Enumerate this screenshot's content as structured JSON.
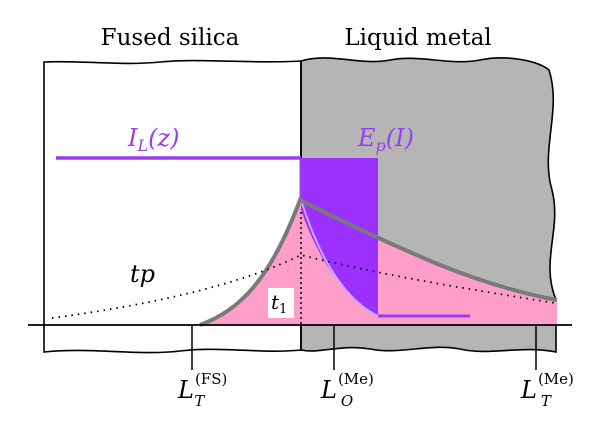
{
  "regions": {
    "left_title": "Fused silica",
    "right_title": "Liquid metal"
  },
  "colors": {
    "liquid_metal_fill": "#b5b5b5",
    "laser_purple": "#9a3cf0",
    "laser_fill": "#9b30ff",
    "heat_pink": "#ff9ec9",
    "temperature_gray": "#7a7a7a",
    "outline": "#000000"
  },
  "labels": {
    "intensity": {
      "main": "I",
      "sub": "L",
      "arg": "(z)"
    },
    "energy": {
      "main": "E",
      "sub": "p",
      "arg": "(I)"
    },
    "tp": "tp",
    "t1": {
      "main": "t",
      "sub": "1"
    }
  },
  "axis_marks": [
    {
      "id": "lt-fs",
      "main": "L",
      "sub": "T",
      "sup": "(FS)"
    },
    {
      "id": "lo-me",
      "main": "L",
      "sub": "O",
      "sup": "(Me)"
    },
    {
      "id": "lt-me",
      "main": "L",
      "sub": "T",
      "sup": "(Me)"
    }
  ]
}
